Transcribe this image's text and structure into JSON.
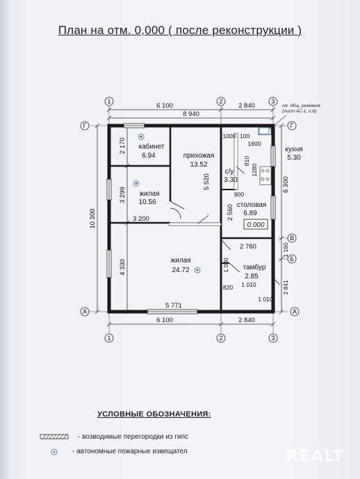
{
  "title": "План на отм. 0,000 ( после реконструкции )",
  "axes": {
    "num1": "1",
    "num2": "2",
    "num3": "3",
    "letA": "А",
    "letB": "Б",
    "letV": "В",
    "letG": "Г"
  },
  "dims": {
    "top_6100": "6 100",
    "top_2840": "2 840",
    "top_8940": "8 940",
    "bot_6100": "6 100",
    "bot_2840": "2 840",
    "left_10300": "10 300",
    "left_2170": "2 170",
    "left_3299": "3 299",
    "left_4330": "4 330",
    "d_3200": "3 200",
    "d_5520": "5 520",
    "d_5771": "5 771",
    "d_1000": "1000",
    "d_100a": "100",
    "d_1600": "1600",
    "d_810": "810",
    "d_1280": "1280",
    "d_900": "900",
    "d_2560": "2 560",
    "d_2760": "2 760",
    "d_1080": "1 080",
    "d_820": "820",
    "d_1010a": "1 010",
    "d_1010b": "1 010",
    "r_6300": "6 300",
    "r_1160": "1 160",
    "r_2841": "2 841"
  },
  "note": "см. общ. указания\n(лист АС-1, п.6)",
  "rooms": [
    {
      "name": "кабинет",
      "area": "6.94"
    },
    {
      "name": "прихожая",
      "area": "13.52"
    },
    {
      "name": "с/у",
      "area": "3.30"
    },
    {
      "name": "кухня",
      "area": "5.30"
    },
    {
      "name": "жилая",
      "area": "10.56"
    },
    {
      "name": "столовая",
      "area": "6.89"
    },
    {
      "name": "жилая",
      "area": "24.72"
    },
    {
      "name": "тамбур",
      "area": "2.85"
    }
  ],
  "level_mark": "0.000",
  "legend": {
    "title": "УСЛОВНЫЕ ОБОЗНАЧЕНИЯ:",
    "row1": "- возводимые   перегородки из гипс",
    "row2": "- автономные пожарные извещател"
  },
  "watermark": "REALT"
}
